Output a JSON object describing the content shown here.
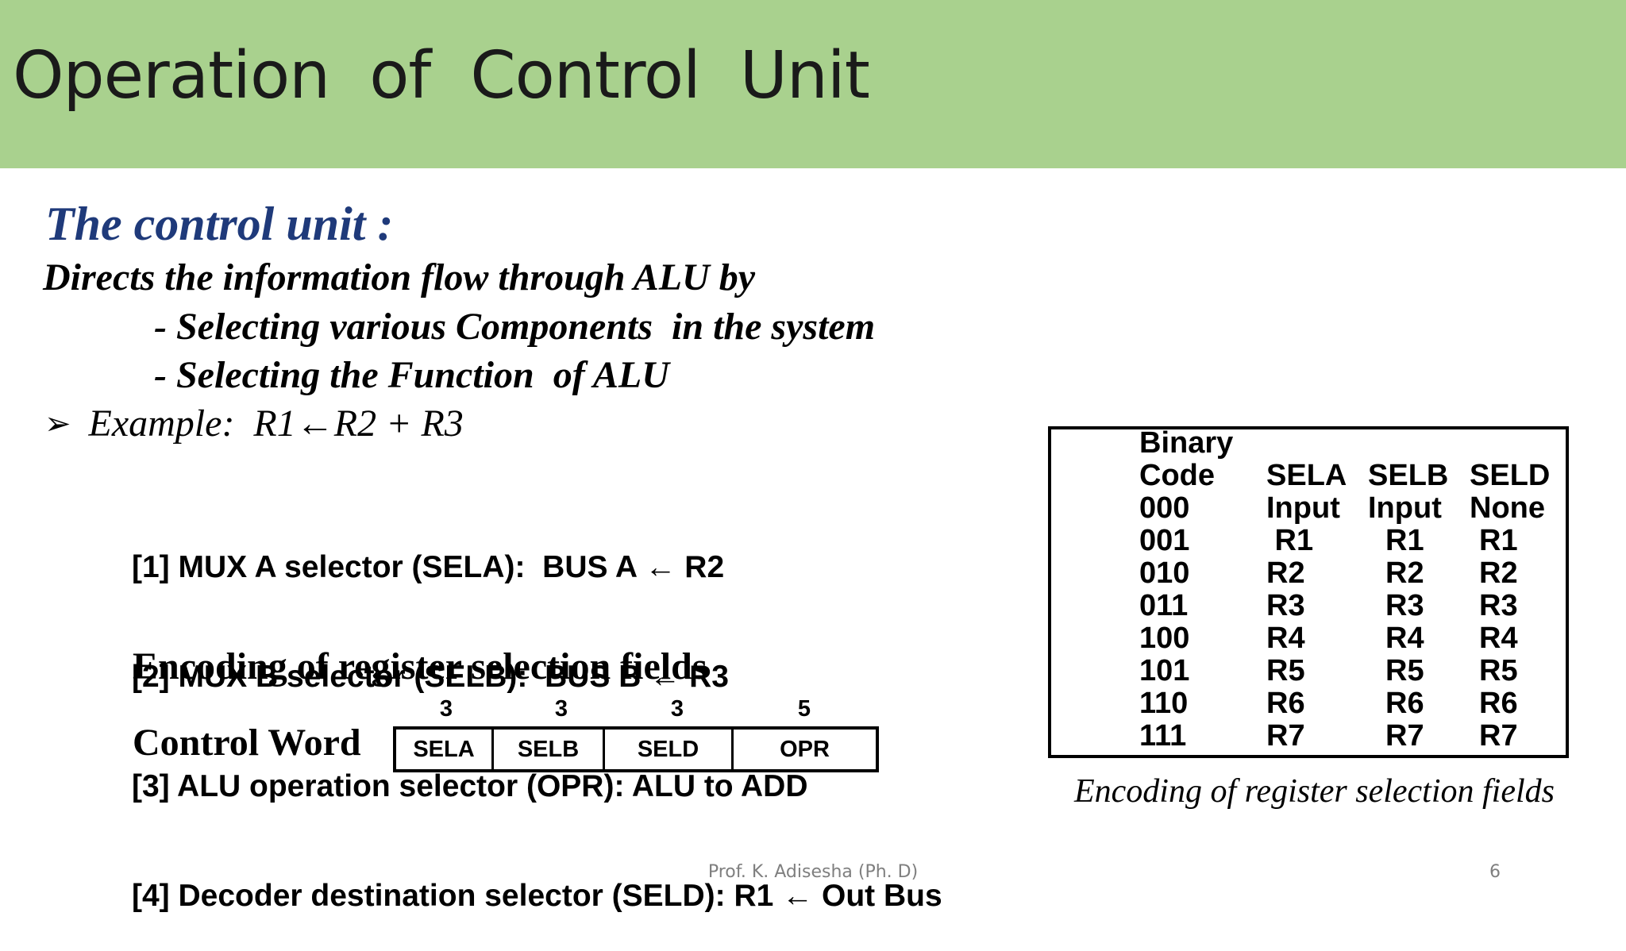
{
  "slide": {
    "title": "Operation  of  Control  Unit",
    "subheading": "The control unit :",
    "intro": "Directs the information flow through ALU by",
    "points": [
      "- Selecting various Components  in the system",
      "- Selecting the Function  of ALU"
    ],
    "example": {
      "bullet": "➢",
      "label": "Example:  R1",
      "arrow": "←",
      "expr": "R2 + R3"
    },
    "steps": [
      "[1] MUX A selector (SELA):  BUS A ← R2",
      "[2] MUX B selector (SELB):  BUS B ← R3",
      "[3] ALU operation selector (OPR): ALU to ADD",
      "[4] Decoder destination selector (SELD): R1 ← Out Bus"
    ],
    "encoding_heading": "Encoding of register selection fields",
    "control_word": {
      "label": "Control Word",
      "fields": [
        {
          "name": "SELA",
          "bits": "3"
        },
        {
          "name": "SELB",
          "bits": "3"
        },
        {
          "name": "SELD",
          "bits": "3"
        },
        {
          "name": "OPR",
          "bits": "5"
        }
      ]
    },
    "table": {
      "header_top": "Binary",
      "headers": [
        "Code",
        "SELA",
        "SELB",
        "SELD"
      ],
      "rows": [
        [
          "000",
          "Input",
          "Input",
          "None"
        ],
        [
          "001",
          " R1",
          "R1",
          "R1"
        ],
        [
          "010",
          "R2",
          "R2",
          "R2"
        ],
        [
          "011",
          "R3",
          "R3",
          "R3"
        ],
        [
          "100",
          "R4",
          "R4",
          "R4"
        ],
        [
          "101",
          "R5",
          "R5",
          "R5"
        ],
        [
          "110",
          "R6",
          "R6",
          "R6"
        ],
        [
          "111",
          "R7",
          "R7",
          "R7"
        ]
      ]
    },
    "table_caption": "Encoding of register selection fields",
    "footer": "Prof. K. Adisesha (Ph. D)",
    "page_number": "6",
    "colors": {
      "header_bg": "#a9d18e",
      "subheading": "#1f3a7a"
    }
  }
}
